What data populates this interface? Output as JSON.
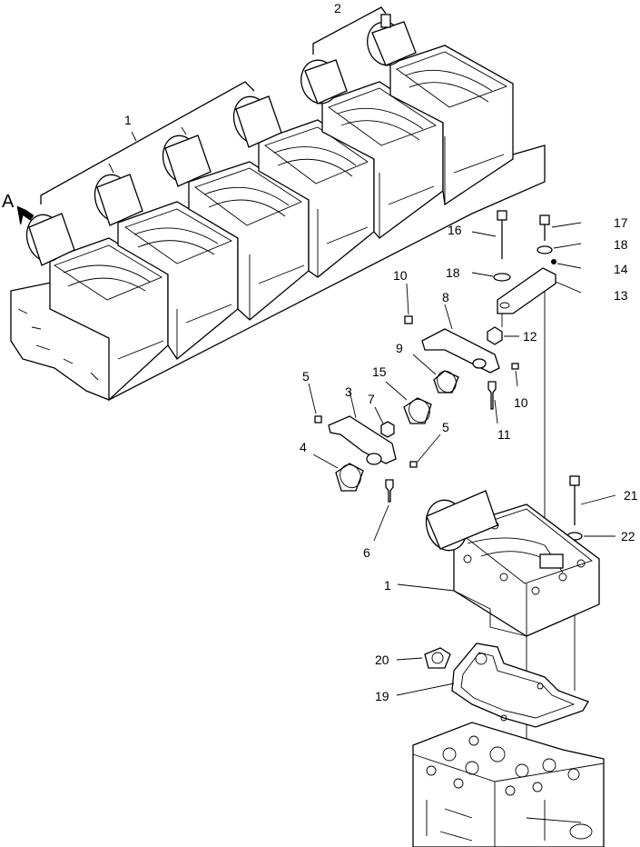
{
  "diagram": {
    "view_label": "A",
    "callouts": [
      "1",
      "2",
      "1",
      "3",
      "4",
      "5",
      "5",
      "6",
      "7",
      "8",
      "9",
      "10",
      "10",
      "11",
      "12",
      "13",
      "14",
      "15",
      "16",
      "17",
      "18",
      "18",
      "19",
      "20",
      "21",
      "22"
    ]
  }
}
